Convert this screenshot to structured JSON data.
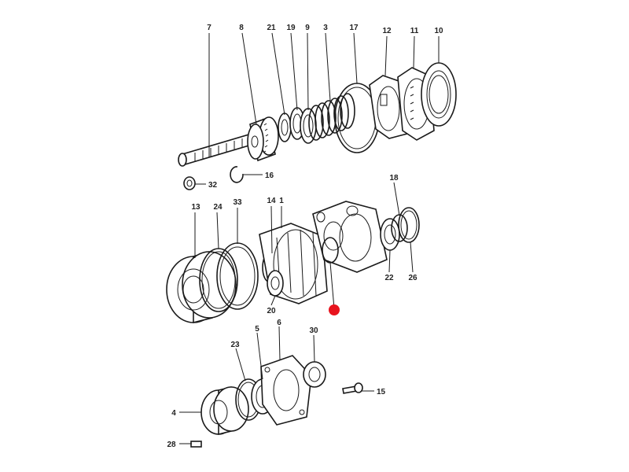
{
  "diagram": {
    "marker_color": "#e8141e",
    "line_color": "#1a1a1a",
    "callouts": {
      "c1": "1",
      "c3": "3",
      "c4": "4",
      "c5": "5",
      "c6": "6",
      "c7": "7",
      "c8": "8",
      "c9": "9",
      "c10": "10",
      "c11": "11",
      "c12": "12",
      "c13": "13",
      "c14": "14",
      "c15": "15",
      "c16": "16",
      "c17": "17",
      "c18": "18",
      "c19": "19",
      "c20": "20",
      "c21": "21",
      "c22": "22",
      "c23": "23",
      "c24": "24",
      "c26": "26",
      "c28": "28",
      "c30": "30",
      "c32": "32",
      "c33": "33"
    }
  }
}
